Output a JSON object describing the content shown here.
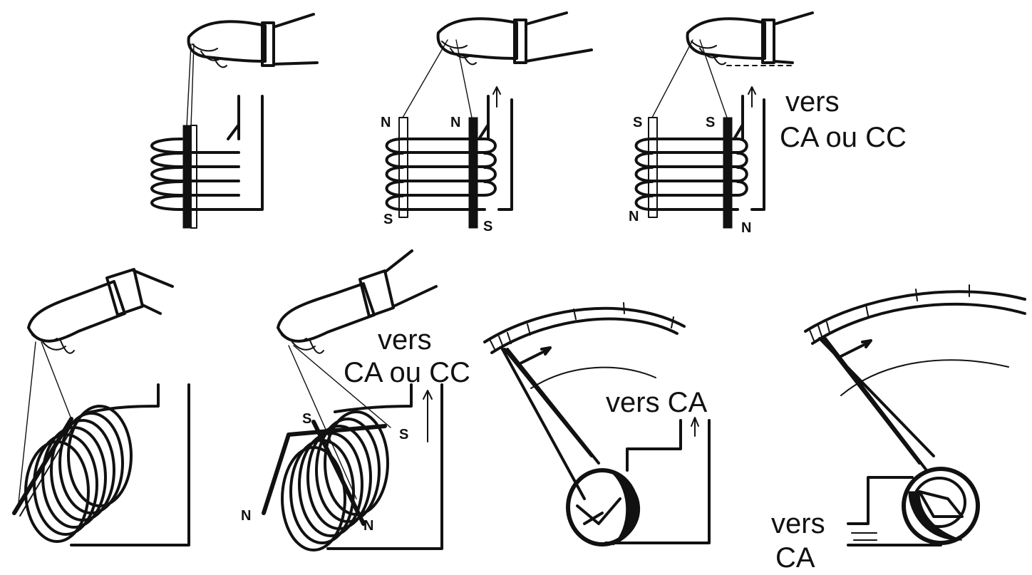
{
  "labels": {
    "vers": "vers",
    "ca_ou_cc": "CA ou CC",
    "ca": "CA",
    "vers_ca": "vers CA",
    "north": "N",
    "south": "S"
  },
  "colors": {
    "ink": "#111111",
    "background": "#ffffff"
  }
}
